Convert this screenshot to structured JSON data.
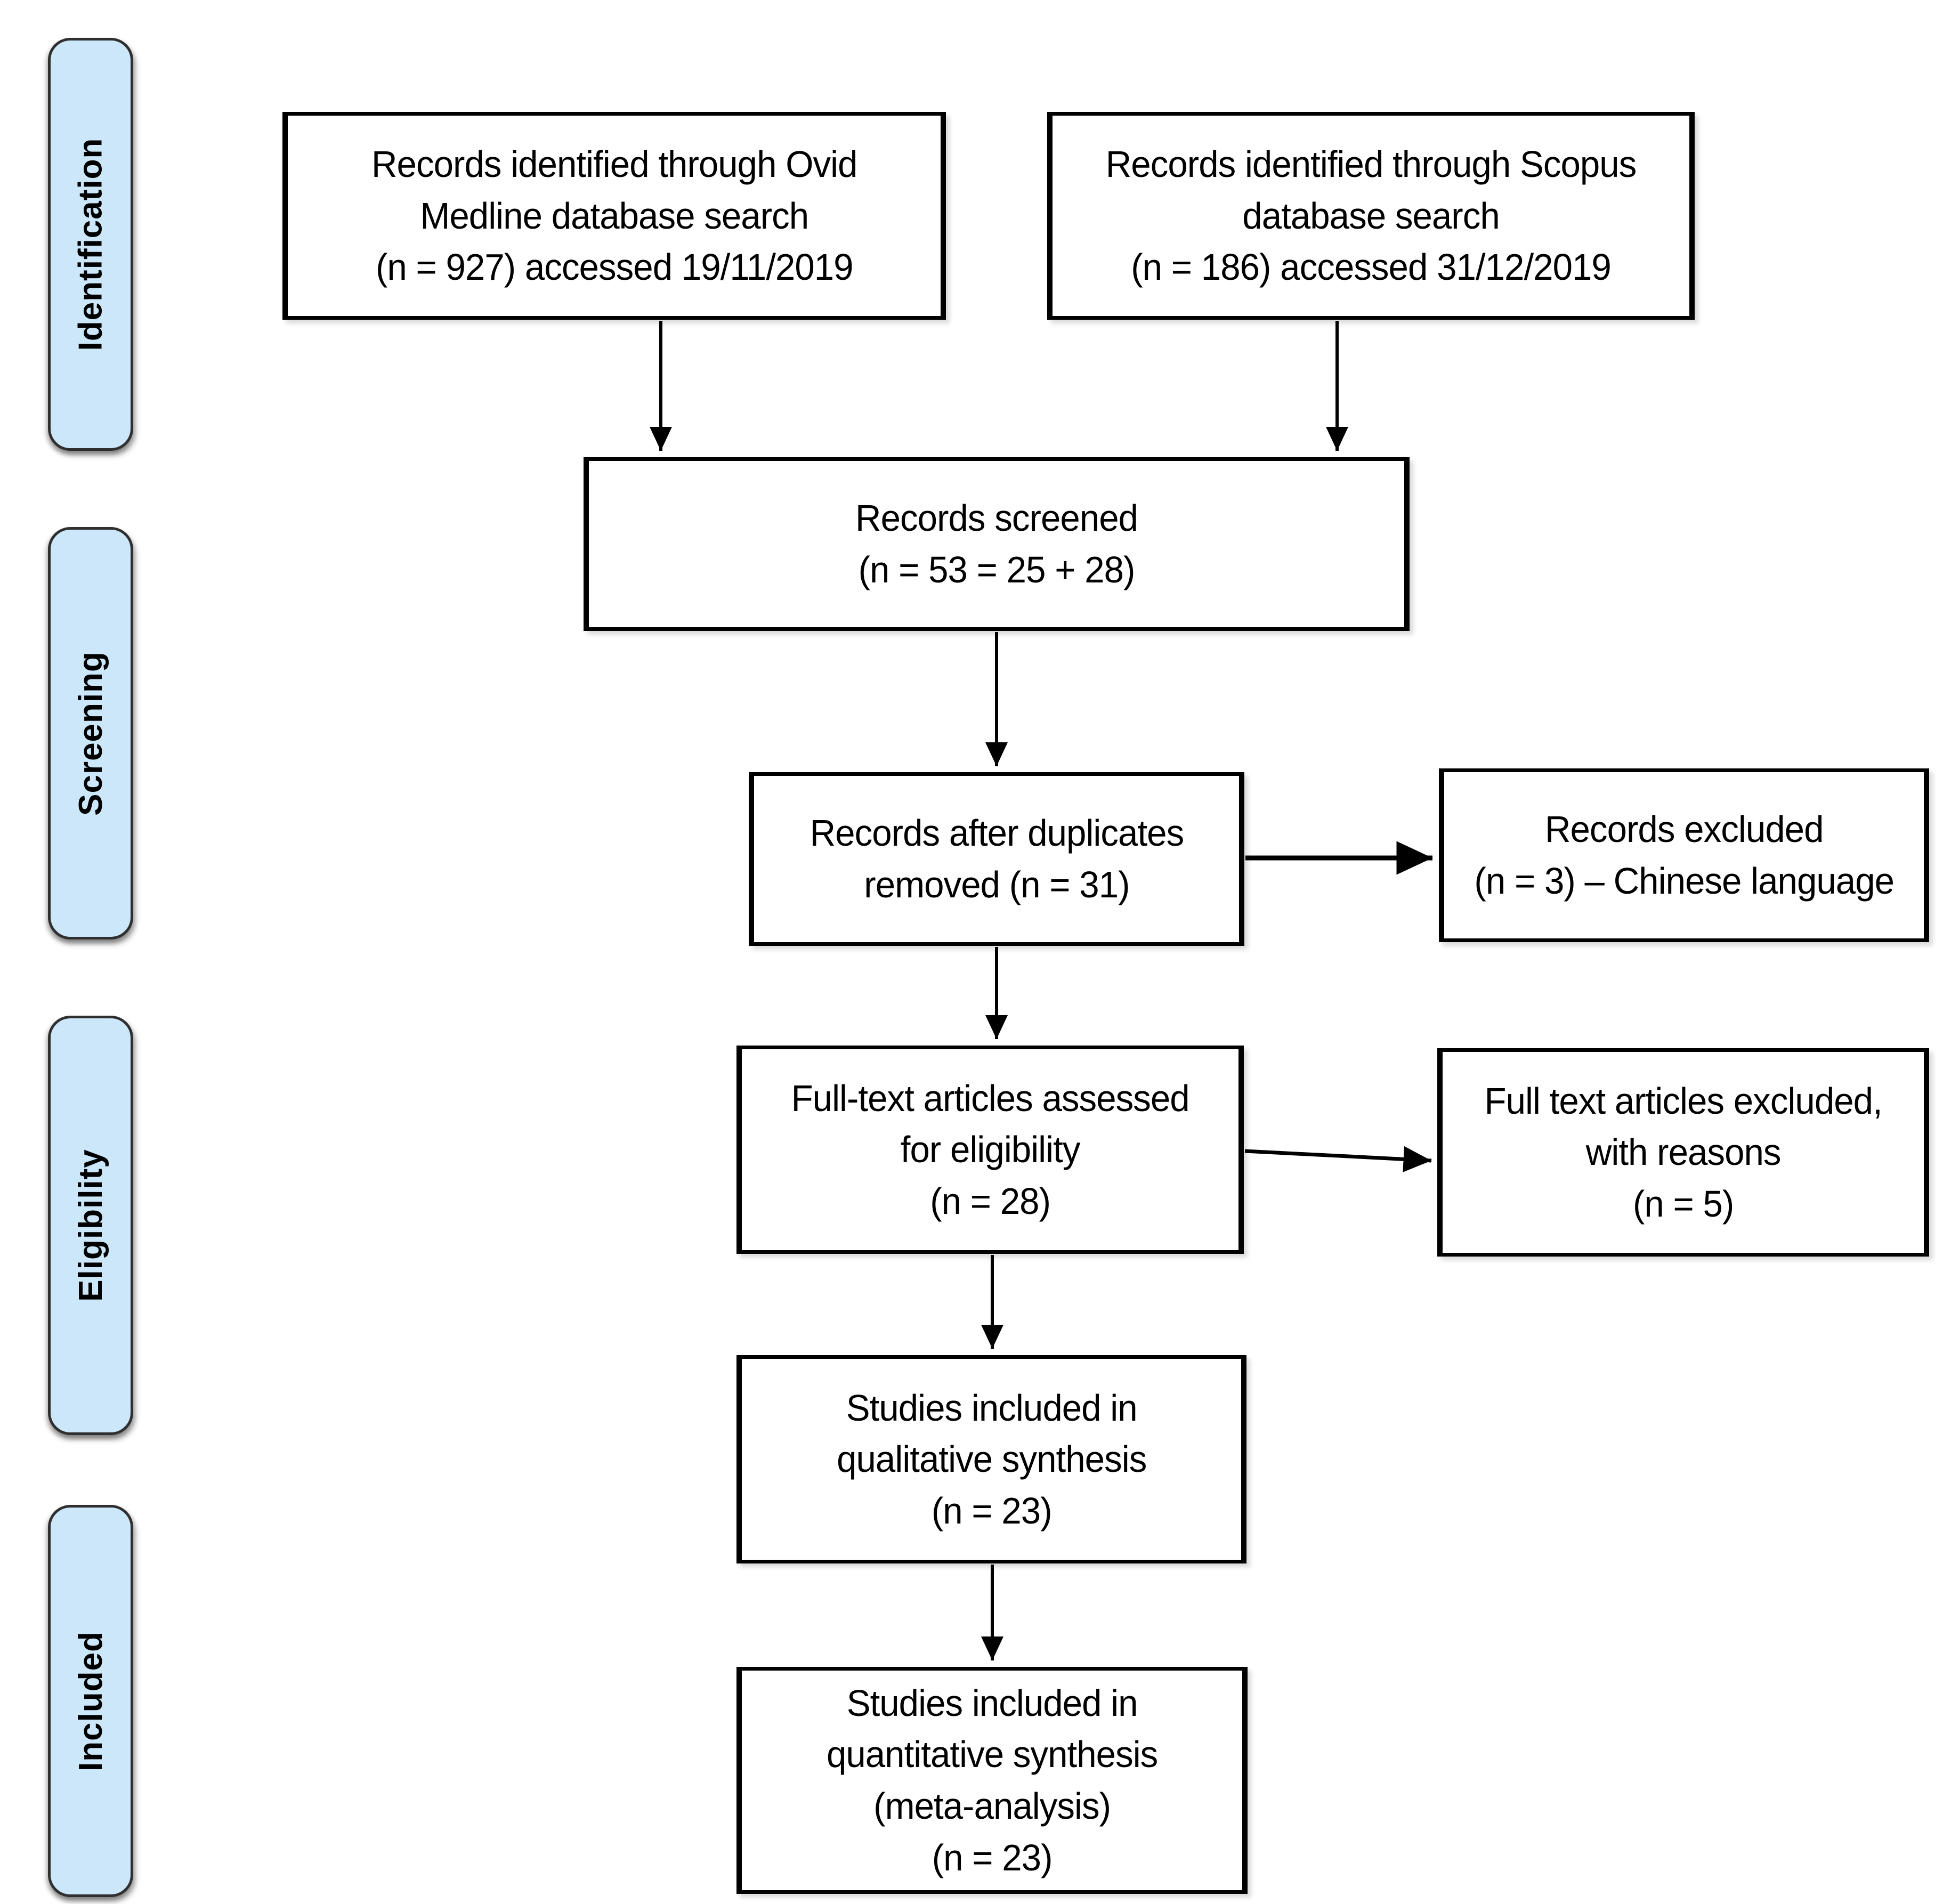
{
  "stages": {
    "identification": "Identification",
    "screening": "Screening",
    "eligibility": "Eligibility",
    "included": "Included"
  },
  "nodes": {
    "ovid": "Records identified through Ovid\nMedline database search\n(n = 927) accessed 19/11/2019",
    "scopus": "Records identified through Scopus\ndatabase search\n(n = 186) accessed 31/12/2019",
    "screened": "Records screened\n(n = 53 = 25 + 28)",
    "deduplicated": "Records after duplicates\nremoved (n = 31)",
    "records_excluded": "Records excluded\n(n = 3) – Chinese language",
    "fulltext_assessed": "Full-text articles assessed\nfor eligibility\n(n = 28)",
    "fulltext_excluded": "Full text articles excluded,\nwith reasons\n(n = 5)",
    "qualitative": "Studies included in\nqualitative synthesis\n(n = 23)",
    "quantitative": "Studies included in\nquantitative synthesis\n(meta-analysis)\n(n = 23)"
  },
  "colors": {
    "background": "#ffffff",
    "stage_fill": "#cbe7f9",
    "stage_border": "#2f2f2f",
    "node_fill": "#ffffff",
    "node_border": "#000000",
    "arrow": "#000000",
    "text": "#000000"
  }
}
